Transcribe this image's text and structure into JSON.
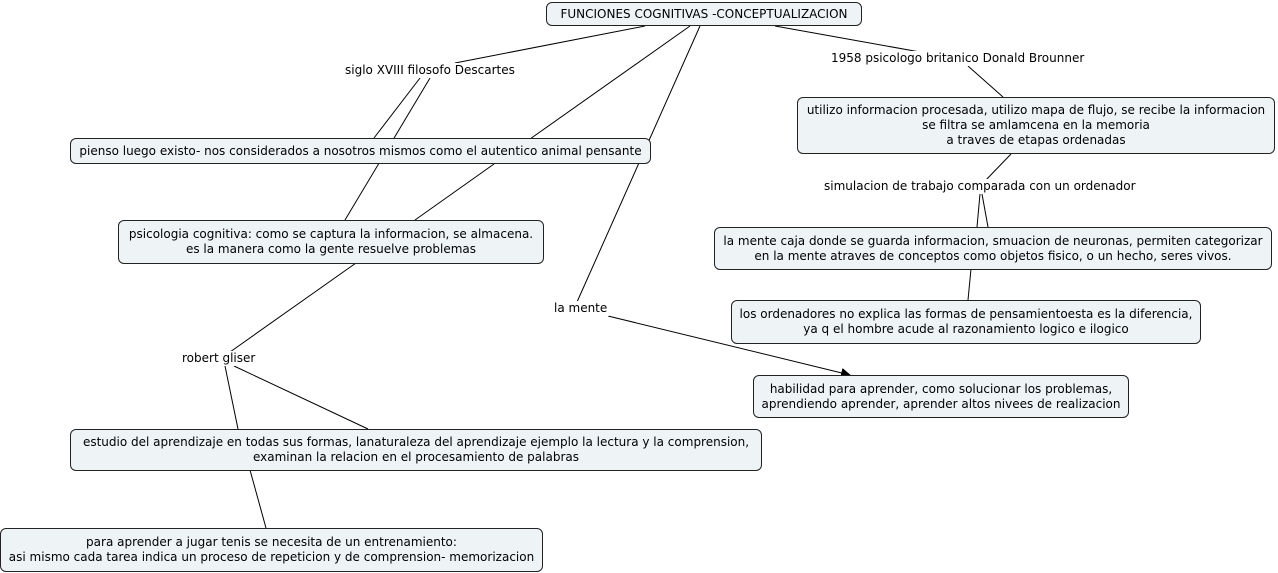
{
  "map": {
    "root": "FUNCIONES COGNITIVAS -CONCEPTUALIZACION",
    "link_labels": {
      "descartes": "siglo XVIII filosofo Descartes",
      "brounner": "1958 psicologo britanico Donald Brounner",
      "simulacion": "simulacion de trabajo comparada con un ordenador",
      "mente": "la mente",
      "gliser": "robert gliser"
    },
    "concepts": {
      "pienso": [
        "pienso luego existo- nos considerados a nosotros mismos como el autentico animal pensante"
      ],
      "psicologia": [
        "psicologia cognitiva: como se captura la informacion, se almacena.",
        "es  la manera como la gente resuelve problemas"
      ],
      "utilizo": [
        "utilizo informacion procesada, utilizo mapa de flujo, se recibe la informacion",
        "se filtra se amlamcena en la memoria",
        "a traves de etapas ordenadas"
      ],
      "caja": [
        "la mente caja donde se guarda informacion, smuacion de neuronas, permiten categorizar",
        "en la mente atraves de conceptos como objetos fisico, o un hecho, seres vivos."
      ],
      "ordenadores": [
        "los ordenadores no explica las formas de pensamientoesta es la diferencia,",
        "ya q el hombre acude al razonamiento logico e ilogico"
      ],
      "habilidad": [
        "habilidad para aprender, como solucionar los problemas,",
        "aprendiendo aprender, aprender altos nivees de realizacion"
      ],
      "estudio": [
        "estudio del aprendizaje en todas sus formas, lanaturaleza del aprendizaje ejemplo la lectura y la comprension,",
        "examinan la relacion en el procesamiento de palabras"
      ],
      "tenis": [
        "para aprender a jugar tenis se necesita de un entrenamiento:",
        "asi mismo cada tarea indica un proceso de repeticion y de comprension- memorizacion"
      ]
    }
  }
}
